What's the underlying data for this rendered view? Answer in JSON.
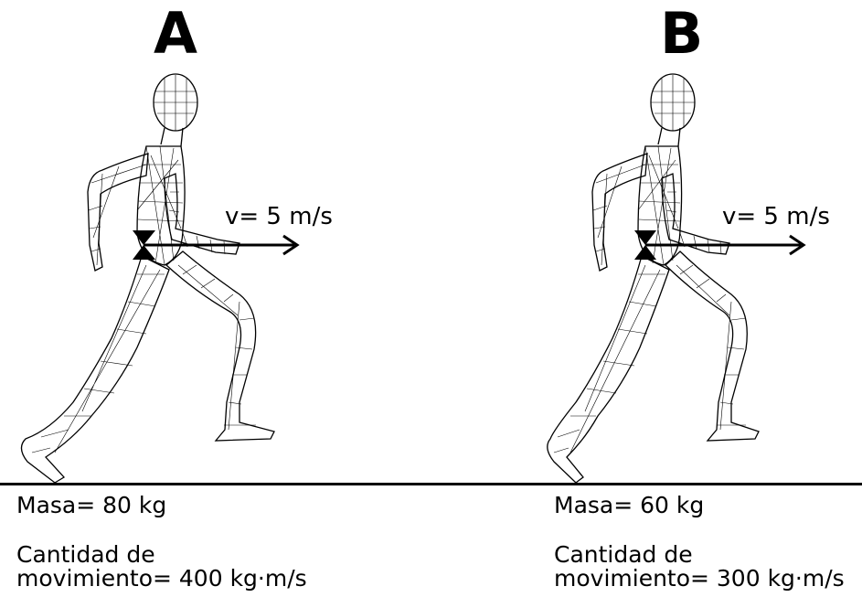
{
  "panels": [
    {
      "label": "A",
      "velocity_text": "v= 5 m/s",
      "mass_text": "Masa= 80 kg",
      "momentum_line1": "Cantidad de",
      "momentum_line2": "movimiento= 400  kg·m/s"
    },
    {
      "label": "B",
      "velocity_text": "v= 5 m/s",
      "mass_text": "Masa= 60 kg",
      "momentum_line1": "Cantidad de",
      "momentum_line2": "movimiento= 300 kg·m/s"
    }
  ],
  "icons": [
    "runner-wireframe-icon",
    "center-of-mass-icon",
    "velocity-arrow-icon"
  ],
  "colors": {
    "ink": "#000000",
    "background": "#ffffff"
  }
}
